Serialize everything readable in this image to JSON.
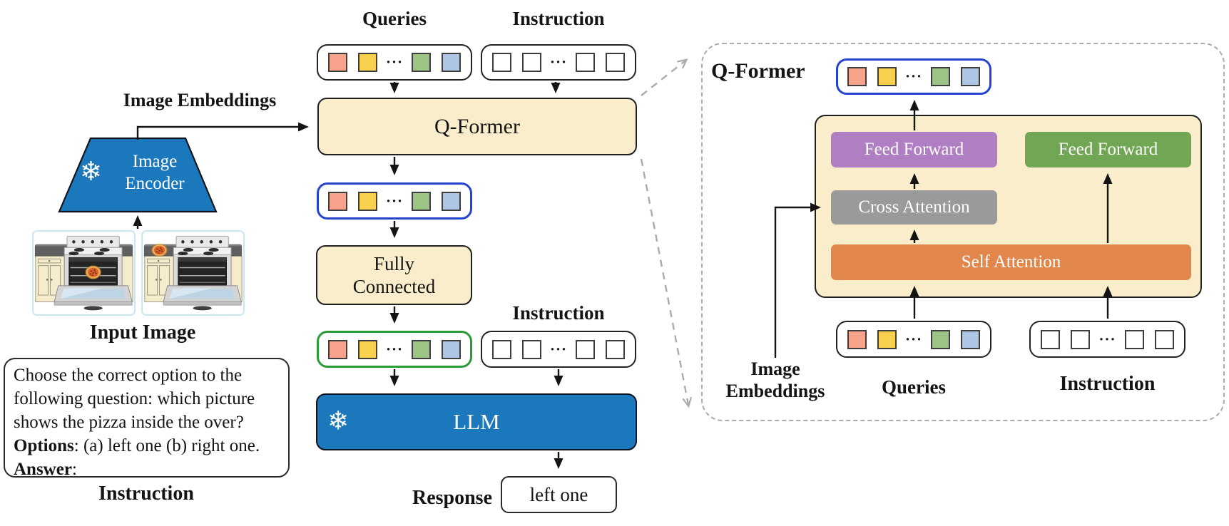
{
  "colors": {
    "cream": "#FAEDCB",
    "blue": "#1B78BC",
    "purple": "#B07EC2",
    "green_ff": "#71A654",
    "gray_ca": "#9A9A9A",
    "orange_sa": "#E2874B",
    "token_row_border_blue": "#2443CE",
    "token_row_border_green": "#2A9C35"
  },
  "tokens": {
    "names": [
      "salmon",
      "yellow",
      "green",
      "blue"
    ],
    "colors": [
      "#F7A38C",
      "#F8D04E",
      "#9CC585",
      "#AEC6E6"
    ],
    "dots": "···"
  },
  "icons": {
    "snowflake": "❄"
  },
  "pipeline": {
    "queries_label": "Queries",
    "instruction_label": "Instruction",
    "image_embeddings_label": "Image Embeddings",
    "qformer_label": "Q-Former",
    "image_encoder_label": "Image Encoder",
    "input_image_label": "Input Image",
    "fully_connected_label": "Fully Connected",
    "instruction_mid_label": "Instruction",
    "llm_label": "LLM",
    "response_label": "Response",
    "response_value": "left one",
    "instruction_bottom_label": "Instruction"
  },
  "instruction_box": {
    "lines": [
      "Choose the correct option to the",
      "following question: which picture",
      "shows the pizza inside the over?"
    ],
    "options_label": "Options",
    "options_text": ": (a) left one (b) right one.",
    "answer_label": "Answer",
    "answer_text": ":"
  },
  "images": {
    "left_alt": "kitchen range with a pizza inside the open oven",
    "right_alt": "kitchen range with a pizza on the counter and an empty open oven"
  },
  "qformer_panel": {
    "title": "Q-Former",
    "feed_forward_left": "Feed Forward",
    "feed_forward_right": "Feed Forward",
    "cross_attention": "Cross Attention",
    "self_attention": "Self Attention",
    "queries_label": "Queries",
    "instruction_label": "Instruction",
    "image_embeddings_label": "Image Embeddings"
  }
}
